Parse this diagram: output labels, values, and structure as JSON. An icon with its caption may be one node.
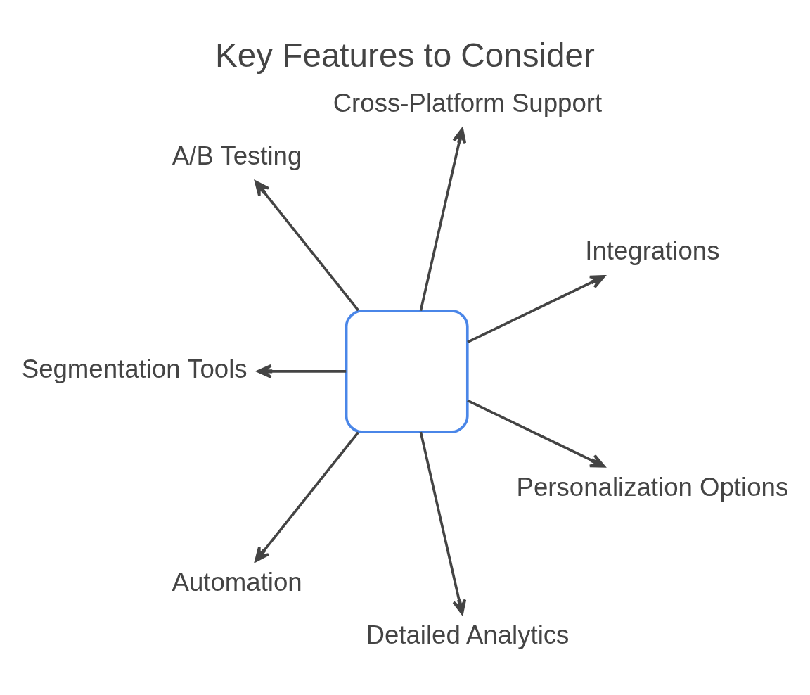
{
  "diagram": {
    "title": "Key Features to Consider",
    "nodes": [
      {
        "text": [],
        "shape": "box"
      },
      {
        "text": [
          "Integrations"
        ]
      },
      {
        "text": [
          "Cross-Platform Support"
        ]
      },
      {
        "text": [
          "A/B Testing"
        ]
      },
      {
        "text": [
          "Segmentation Tools"
        ]
      },
      {
        "text": [
          "Automation"
        ]
      },
      {
        "text": [
          "Detailed Analytics"
        ]
      },
      {
        "text": [
          "Personalization Options"
        ]
      }
    ],
    "edges": [
      {
        "from": 0,
        "to": 1,
        "arrow": "to"
      },
      {
        "from": 0,
        "to": 2,
        "arrow": "to"
      },
      {
        "from": 0,
        "to": 3,
        "arrow": "to"
      },
      {
        "from": 0,
        "to": 4,
        "arrow": "to"
      },
      {
        "from": 0,
        "to": 5,
        "arrow": "to"
      },
      {
        "from": 0,
        "to": 6,
        "arrow": "to"
      },
      {
        "from": 0,
        "to": 7,
        "arrow": "to"
      }
    ]
  }
}
